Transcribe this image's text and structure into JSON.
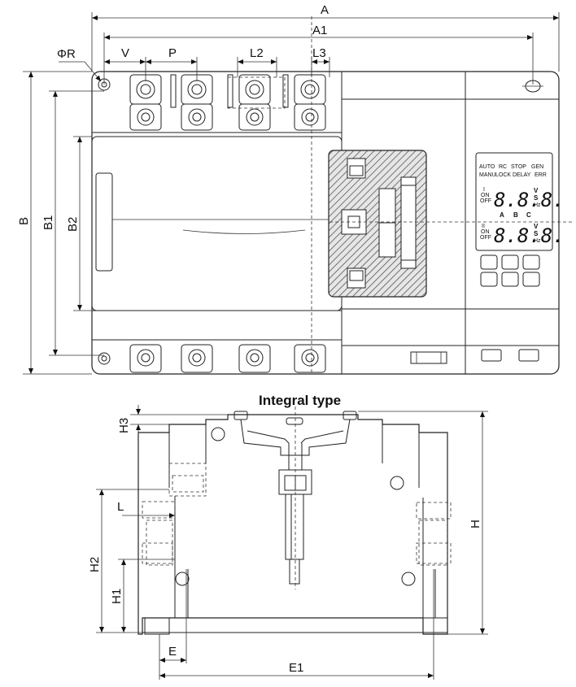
{
  "top_view": {
    "dimensions": {
      "A": "A",
      "A1": "A1",
      "V": "V",
      "P": "P",
      "L2": "L2",
      "L3": "L3",
      "phiR": "ΦR",
      "B": "B",
      "B1": "B1",
      "B2": "B2"
    },
    "display": {
      "row1": [
        "AUTO",
        "RC",
        "STOP",
        "GEN"
      ],
      "row2": [
        "MANU",
        "LOCK",
        "DELAY",
        "ERR"
      ],
      "line1_left_top": "I",
      "line1_left_on": "ON",
      "line1_left_off": "OFF",
      "line2_left_top": "II",
      "line2_left_on": "ON",
      "line2_left_off": "OFF",
      "digits1": "8.8.8.",
      "digits2": "8.8.8.",
      "phases": [
        "A",
        "B",
        "C"
      ],
      "units": [
        "V",
        "S",
        "Hz"
      ]
    }
  },
  "section_title": "Integral type",
  "side_view": {
    "dimensions": {
      "H3": "H3",
      "H": "H",
      "L": "L",
      "H2": "H2",
      "H1": "H1",
      "E": "E",
      "E1": "E1"
    }
  }
}
